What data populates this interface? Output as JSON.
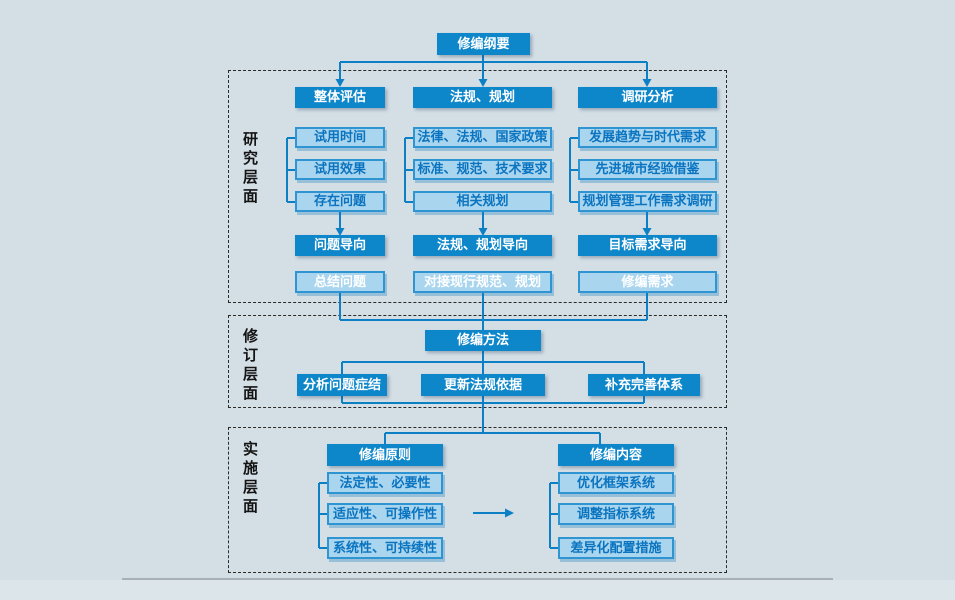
{
  "title": "修编纲要",
  "sections": {
    "research": {
      "label": "研究层面",
      "columns": [
        {
          "header": "整体评估",
          "items": [
            "试用时间",
            "试用效果",
            "存在问题"
          ],
          "orient": "问题导向",
          "result": "总结问题"
        },
        {
          "header": "法规、规划",
          "items": [
            "法律、法规、国家政策",
            "标准、规范、技术要求",
            "相关规划"
          ],
          "orient": "法规、规划导向",
          "result": "对接现行规范、规划"
        },
        {
          "header": "调研分析",
          "items": [
            "发展趋势与时代需求",
            "先进城市经验借鉴",
            "规划管理工作需求调研"
          ],
          "orient": "目标需求导向",
          "result": "修编需求"
        }
      ]
    },
    "revision": {
      "label": "修订层面",
      "method": "修编方法",
      "actions": [
        "分析问题症结",
        "更新法规依据",
        "补充完善体系"
      ]
    },
    "implementation": {
      "label": "实施层面",
      "groups": [
        {
          "header": "修编原则",
          "items": [
            "法定性、必要性",
            "适应性、可操作性",
            "系统性、可持续性"
          ]
        },
        {
          "header": "修编内容",
          "items": [
            "优化框架系统",
            "调整指标系统",
            "差异化配置措施"
          ]
        }
      ]
    }
  },
  "colors": {
    "header_blue": "#0d86ca",
    "light_blue_fill": "#a9d5ee",
    "box_border_blue": "#2e94d2",
    "text_blue": "#0b74c0",
    "line_blue": "#0d80c5",
    "background": "#d3dee5",
    "frame_dash": "#2a2a2a"
  }
}
